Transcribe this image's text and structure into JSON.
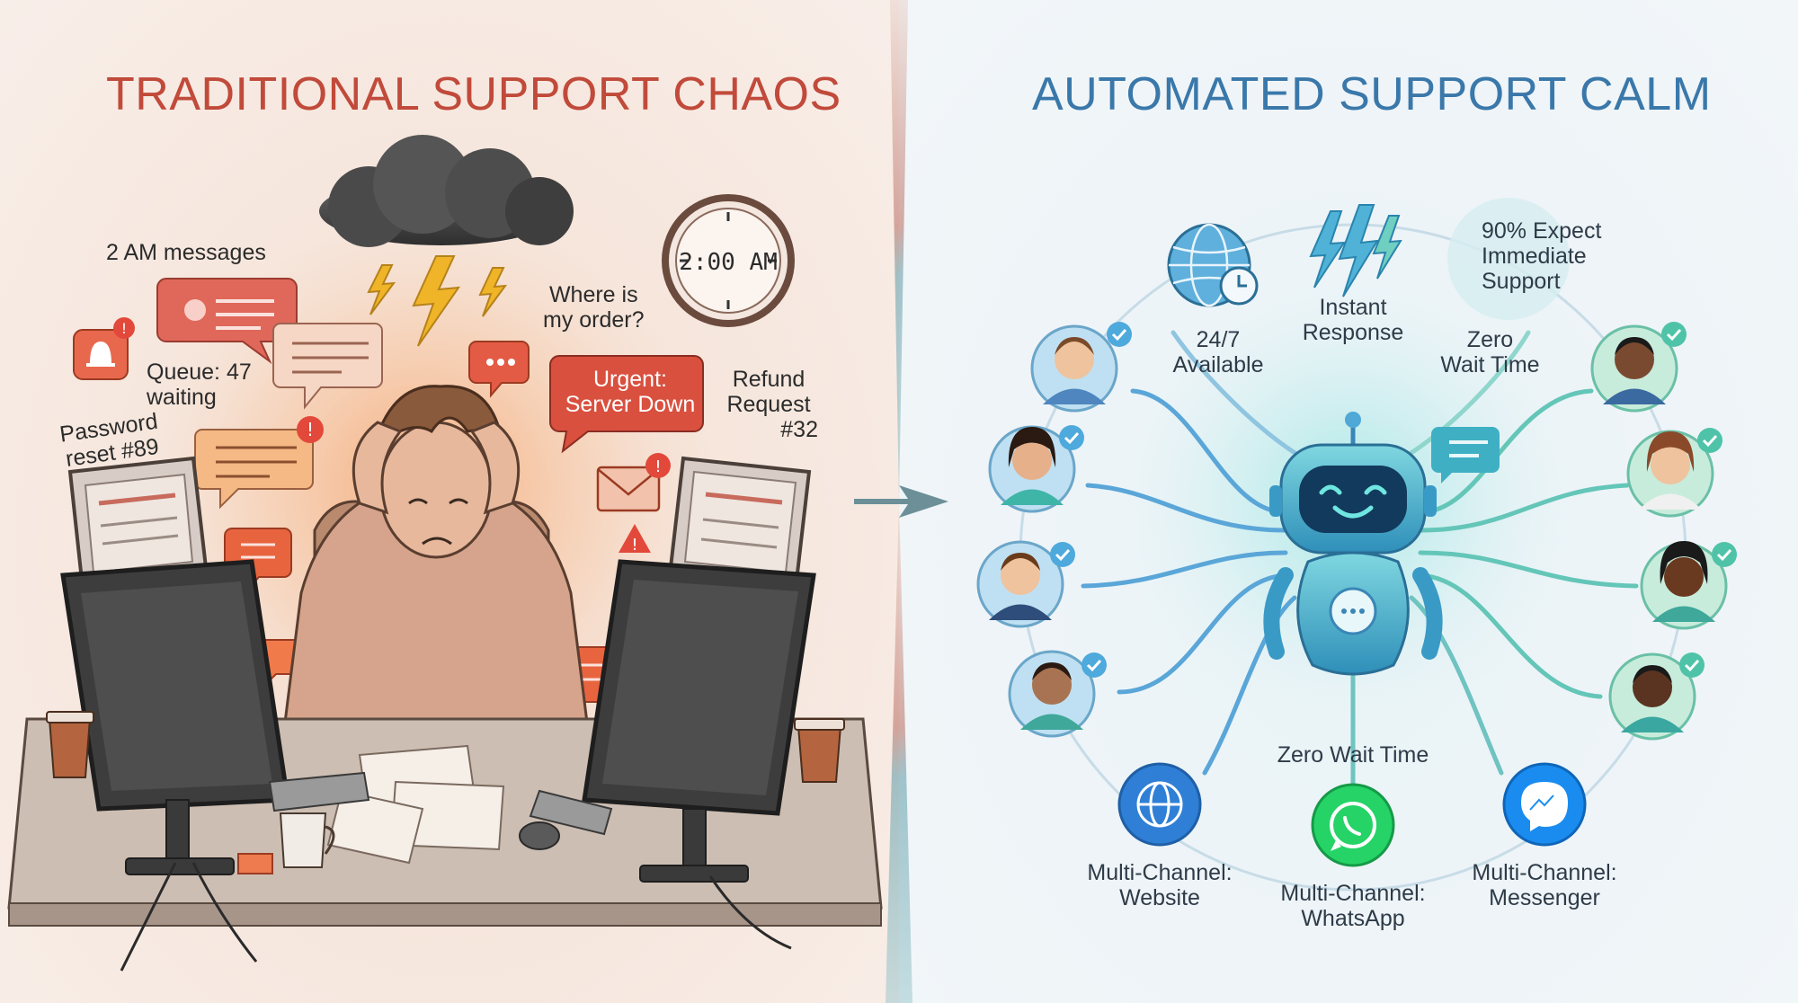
{
  "left": {
    "title": "TRADITIONAL SUPPORT CHAOS",
    "clock_time": "2:00 AM",
    "labels": {
      "messages_2am": "2 AM messages",
      "where_is_order_1": "Where is",
      "where_is_order_2": "my order?",
      "queue_1": "Queue: 47",
      "queue_2": "waiting",
      "password_1": "Password",
      "password_2": "reset #89",
      "urgent_1": "Urgent:",
      "urgent_2": "Server Down",
      "refund_1": "Refund",
      "refund_2": "Request",
      "refund_3": "#32"
    }
  },
  "right": {
    "title": "AUTOMATED SUPPORT CALM",
    "labels": {
      "available_1": "24/7",
      "available_2": "Available",
      "instant_1": "Instant",
      "instant_2": "Response",
      "expect_1": "90% Expect",
      "expect_2": "Immediate",
      "expect_3": "Support",
      "zero_1": "Zero",
      "zero_2": "Wait Time",
      "zero_bottom": "Zero Wait Time",
      "website_1": "Multi-Channel:",
      "website_2": "Website",
      "whatsapp_1": "Multi-Channel:",
      "whatsapp_2": "WhatsApp",
      "messenger_1": "Multi-Channel:",
      "messenger_2": "Messenger"
    }
  },
  "colors": {
    "chaos_red": "#c14a3a",
    "calm_blue": "#3a78aa",
    "bot_teal": "#4fc3c7",
    "whatsapp_green": "#25d366",
    "messenger_blue": "#1a8cf0"
  },
  "icons": [
    "cloud-icon",
    "lightning-icon",
    "clock-icon",
    "bell-icon",
    "envelope-icon",
    "monitor-icon",
    "coffee-cup-icon",
    "robot-icon",
    "globe-icon",
    "whatsapp-icon",
    "messenger-icon",
    "check-badge-icon",
    "avatar-icon",
    "chat-bubble-icon"
  ]
}
